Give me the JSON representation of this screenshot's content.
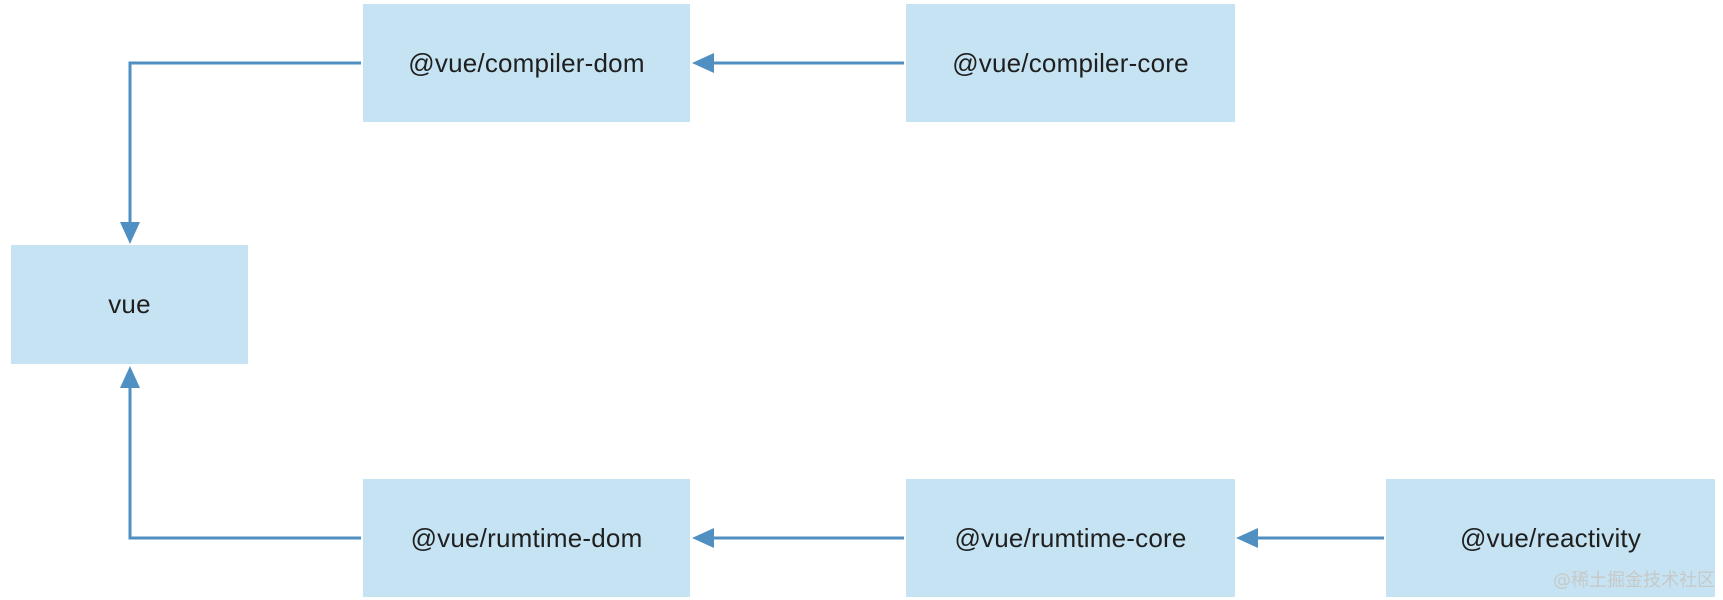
{
  "nodes": {
    "vue": "vue",
    "compiler_dom": "@vue/compiler-dom",
    "compiler_core": "@vue/compiler-core",
    "runtime_dom": "@vue/rumtime-dom",
    "runtime_core": "@vue/rumtime-core",
    "reactivity": "@vue/reactivity"
  },
  "edges": [
    {
      "from": "@vue/compiler-core",
      "to": "@vue/compiler-dom"
    },
    {
      "from": "@vue/compiler-dom",
      "to": "vue"
    },
    {
      "from": "@vue/reactivity",
      "to": "@vue/rumtime-core"
    },
    {
      "from": "@vue/rumtime-core",
      "to": "@vue/rumtime-dom"
    },
    {
      "from": "@vue/rumtime-dom",
      "to": "vue"
    }
  ],
  "colors": {
    "node_fill": "#c5e3f2",
    "arrow": "#4f8fc2"
  },
  "watermark": "@稀土掘金技术社区"
}
